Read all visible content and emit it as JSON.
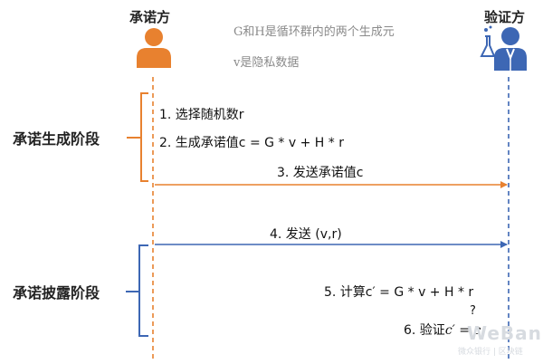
{
  "actors": {
    "committer": {
      "label": "承诺方",
      "color": "#e8812f"
    },
    "verifier": {
      "label": "验证方",
      "color": "#3d67b4"
    }
  },
  "notes": {
    "line1": "G和H是循环群内的两个生成元",
    "line2": "v是隐私数据"
  },
  "phases": {
    "commit": "承诺生成阶段",
    "reveal": "承诺披露阶段"
  },
  "steps": {
    "s1": "1. 选择随机数r",
    "s2": "2. 生成承诺值c = G * v + H * r",
    "s3": "3. 发送承诺值c",
    "s4": "4. 发送 (v,r)",
    "s5": "5. 计算c′ = G * v + H * r",
    "s6_prefix": "6. 验证",
    "s6_math": "c′ = c",
    "s6_mark": "?"
  },
  "watermark": {
    "brand": "WeBank",
    "sub": "微众银行 | 区块链"
  }
}
